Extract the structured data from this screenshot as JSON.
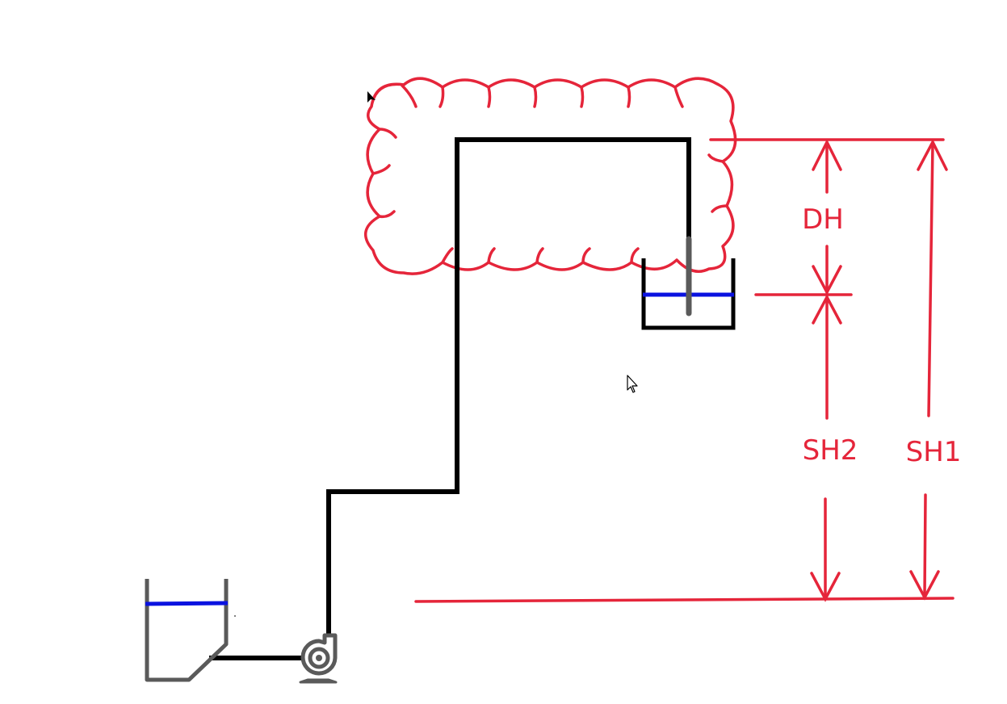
{
  "diagram": {
    "labels": {
      "dh": "DH",
      "sh2": "SH2",
      "sh1": "SH1"
    },
    "colors": {
      "dimension": "#e5253a",
      "pipe": "#000000",
      "water": "#0a12e0",
      "equipment": "#5a5a5a",
      "cloud": "#e5253a"
    },
    "icons": [
      "pump-icon",
      "source-tank-icon",
      "discharge-tank-icon",
      "cloud-icon",
      "cursor-icon"
    ]
  }
}
